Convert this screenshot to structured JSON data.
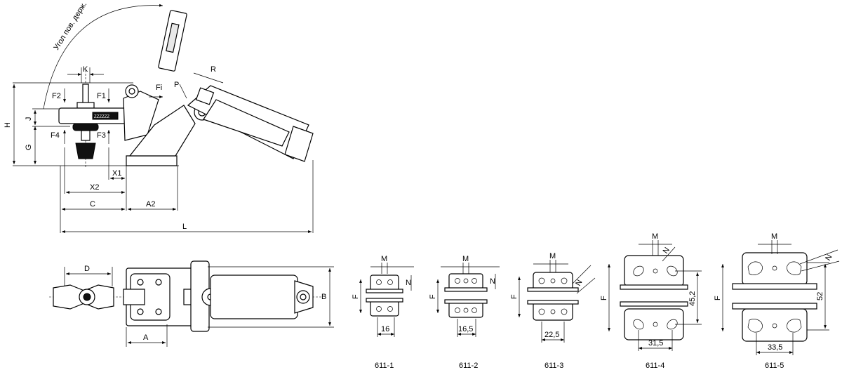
{
  "side_view": {
    "arc_label": "Угол пов. держ.",
    "dims": {
      "K": "K",
      "R": "R",
      "P": "P",
      "Fi": "Fi",
      "F1": "F1",
      "F2": "F2",
      "F3": "F3",
      "F4": "F4",
      "H": "H",
      "J": "J",
      "G": "G",
      "X1": "X1",
      "X2": "X2",
      "C": "C",
      "A2": "A2",
      "L": "L"
    }
  },
  "top_view": {
    "dims": {
      "D": "D",
      "B": "B",
      "A": "A"
    }
  },
  "plates": [
    {
      "caption": "611-1",
      "label_m": "M",
      "label_n": "N",
      "label_f": "F",
      "width": "16"
    },
    {
      "caption": "611-2",
      "label_m": "M",
      "label_n": "N",
      "label_f": "F",
      "width": "16,5"
    },
    {
      "caption": "611-3",
      "label_m": "M",
      "label_n": "N",
      "label_f": "F",
      "width": "22,5"
    },
    {
      "caption": "611-4",
      "label_m": "M",
      "label_n": "N",
      "label_f": "F",
      "width": "31,5",
      "height": "45,2"
    },
    {
      "caption": "611-5",
      "label_m": "M",
      "label_n": "N",
      "label_f": "F",
      "width": "33,5",
      "height": "52"
    }
  ]
}
